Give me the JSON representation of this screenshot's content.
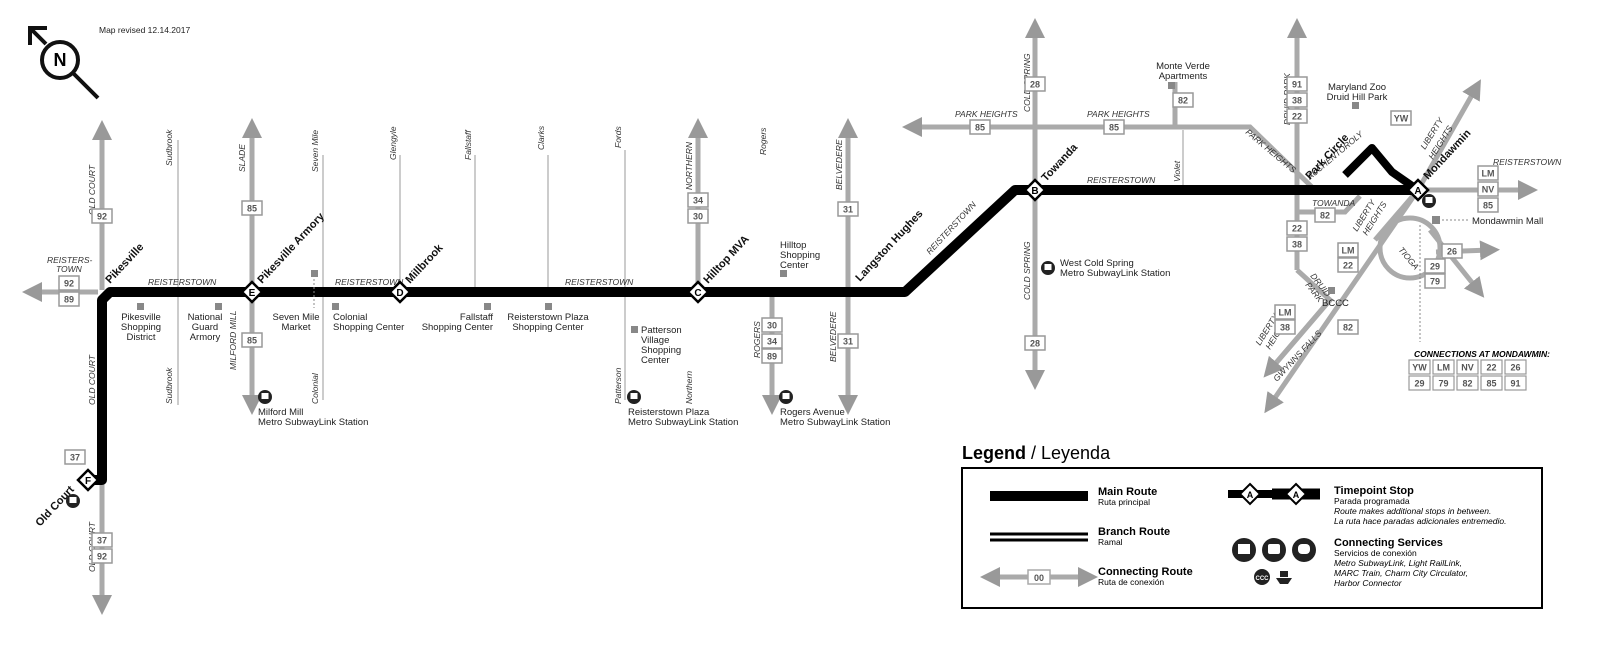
{
  "revised": "Map revised 12.14.2017",
  "north": "N",
  "stations": {
    "old_court": "Old Court",
    "pikesville": "Pikesville",
    "pikesville_armory": "Pikesville Armory",
    "millbrook": "Millbrook",
    "hilltop_mva": "Hilltop MVA",
    "langston_hughes": "Langston Hughes",
    "towanda": "Towanda",
    "park_circle": "Park Circle",
    "mondawmin": "Mondawmin"
  },
  "timepoints": {
    "a": "A",
    "b": "B",
    "c": "C",
    "d": "D",
    "e": "E",
    "f": "F"
  },
  "streets": {
    "reisterstown": "REISTERSTOWN",
    "reisters_town_1": "REISTERS-",
    "reisters_town_2": "TOWN",
    "old_court": "OLD COURT",
    "slade": "SLADE",
    "milford_mill": "MILFORD MILL",
    "northern": "NORTHERN",
    "northern_s": "Northern",
    "rogers_cap": "ROGERS",
    "rogers": "Rogers",
    "belvedere": "BELVEDERE",
    "cold_spring": "COLD SPRING",
    "park_heights": "PARK HEIGHTS",
    "druid_park": "DRUID PARK",
    "druid_park_1": "DRUID",
    "druid_park_2": "PARK",
    "liberty_heights_1": "LIBERTY",
    "liberty_heights_2": "HEIGHTS",
    "auchentoroly": "AUCHENTOROLY",
    "towanda": "TOWANDA",
    "tioga": "TIOGA",
    "gwynns_falls": "GWYNNS FALLS",
    "violet": "Violet",
    "sudbrook": "Sudbrook",
    "seven_mile": "Seven Mile",
    "glengyle": "Glengyle",
    "fallstaff": "Fallstaff",
    "clarks": "Clarks",
    "fords": "Fords",
    "patterson": "Patterson",
    "colonial": "Colonial"
  },
  "routes": {
    "r92": "92",
    "r89": "89",
    "r85": "85",
    "r34": "34",
    "r30": "30",
    "r31": "31",
    "r28": "28",
    "r82": "82",
    "r91": "91",
    "r38": "38",
    "r22": "22",
    "r37": "37",
    "rLM": "LM",
    "rNV": "NV",
    "rYW": "YW",
    "r26": "26",
    "r29": "29",
    "r79": "79"
  },
  "landmarks": {
    "pikesville_district": [
      "Pikesville",
      "Shopping",
      "District"
    ],
    "national_guard": [
      "National",
      "Guard",
      "Armory"
    ],
    "seven_mile_market": [
      "Seven Mile",
      "Market"
    ],
    "colonial_sc": [
      "Colonial",
      "Shopping Center"
    ],
    "fallstaff_sc": [
      "Fallstaff",
      "Shopping Center"
    ],
    "reisterstown_plaza_sc": [
      "Reisterstown Plaza",
      "Shopping Center"
    ],
    "patterson_village": [
      "Patterson",
      "Village",
      "Shopping",
      "Center"
    ],
    "hilltop_sc": [
      "Hilltop",
      "Shopping",
      "Center"
    ],
    "monte_verde": [
      "Monte Verde",
      "Apartments"
    ],
    "md_zoo": [
      "Maryland Zoo",
      "Druid Hill Park"
    ],
    "mondawmin_mall": "Mondawmin Mall",
    "bccc": "BCCC"
  },
  "subway_stations": {
    "milford_mill": [
      "Milford Mill",
      "Metro SubwayLink Station"
    ],
    "reisterstown_plaza": [
      "Reisterstown Plaza",
      "Metro SubwayLink Station"
    ],
    "rogers_avenue": [
      "Rogers Avenue",
      "Metro SubwayLink Station"
    ],
    "west_cold_spring": [
      "West Cold Spring",
      "Metro SubwayLink Station"
    ]
  },
  "connections": {
    "title": "CONNECTIONS AT MONDAWMIN:",
    "row1": [
      "YW",
      "LM",
      "NV",
      "22",
      "26"
    ],
    "row2": [
      "29",
      "79",
      "82",
      "85",
      "91"
    ]
  },
  "legend": {
    "title": "Legend",
    "title_es": " / Leyenda",
    "main_route": "Main Route",
    "main_route_es": "Ruta principal",
    "branch_route": "Branch Route",
    "branch_route_es": "Ramal",
    "connecting_route": "Connecting Route",
    "connecting_route_es": "Ruta de conexión",
    "connecting_route_sample": "00",
    "timepoint_stop": "Timepoint Stop",
    "timepoint_stop_es": "Parada programada",
    "timepoint_note_1": "Route makes additional stops in between.",
    "timepoint_note_2": "La ruta hace paradas adicionales entremedio.",
    "timepoint_sample": "A",
    "connecting_services": "Connecting Services",
    "connecting_services_es": "Servicios de conexión",
    "services_note_1": "Metro SubwayLink, Light RailLink,",
    "services_note_2": "MARC Train, Charm City Circulator,",
    "services_note_3": "Harbor Connector",
    "ccc": "CCC"
  }
}
